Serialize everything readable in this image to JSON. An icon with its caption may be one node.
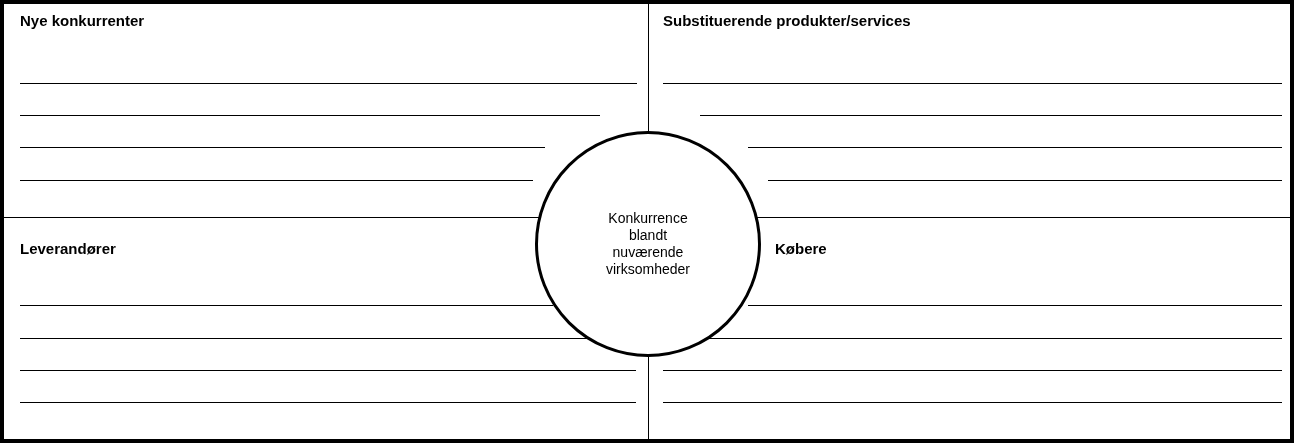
{
  "diagram": {
    "nodes": [
      {
        "text": [
          "Nye konkurrenter"
        ]
      },
      {
        "text": [
          "Substituerende produkter/services"
        ]
      },
      {
        "text": [
          "Leverandører"
        ]
      },
      {
        "text": [
          "Købere"
        ]
      },
      {
        "text": [
          "Konkurrence blandt nuværende virksomheder"
        ]
      }
    ]
  }
}
